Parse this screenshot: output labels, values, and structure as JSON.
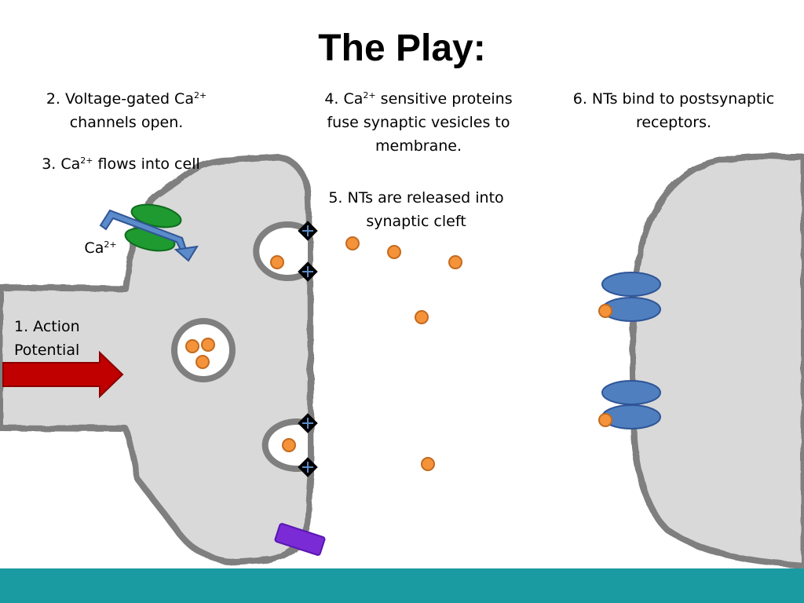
{
  "title": "The Play:",
  "steps": {
    "s1_line1": "1. Action",
    "s1_line2": "Potential",
    "s2_pre": "2. Voltage-gated Ca",
    "s2_sup": "2+",
    "s2_line2": "channels open.",
    "s3_pre": "3. Ca",
    "s3_sup": "2+",
    "s3_post": " flows into cell",
    "s4_pre": "4. Ca",
    "s4_sup": "2+",
    "s4_post": " sensitive proteins",
    "s4_line2": "fuse synaptic vesicles to",
    "s4_line3": "membrane.",
    "s5_line1": "5. NTs are released into",
    "s5_line2": "synaptic cleft",
    "s6_line1": "6. NTs bind to postsynaptic",
    "s6_line2": "receptors."
  },
  "ion_label": {
    "base": "Ca",
    "sup": "2+"
  },
  "colors": {
    "cell_fill": "#d9d9d9",
    "membrane": "#7f7f7f",
    "neurotransmitter": "#f4933a",
    "channel": "#1e9a30",
    "arrow_action_potential": "#c00000",
    "ca_flow_arrow": "#5b8bc8",
    "receptor": "#4f7fbf",
    "purple_protein": "#7a2bd6",
    "footer": "#1a9ba1"
  }
}
